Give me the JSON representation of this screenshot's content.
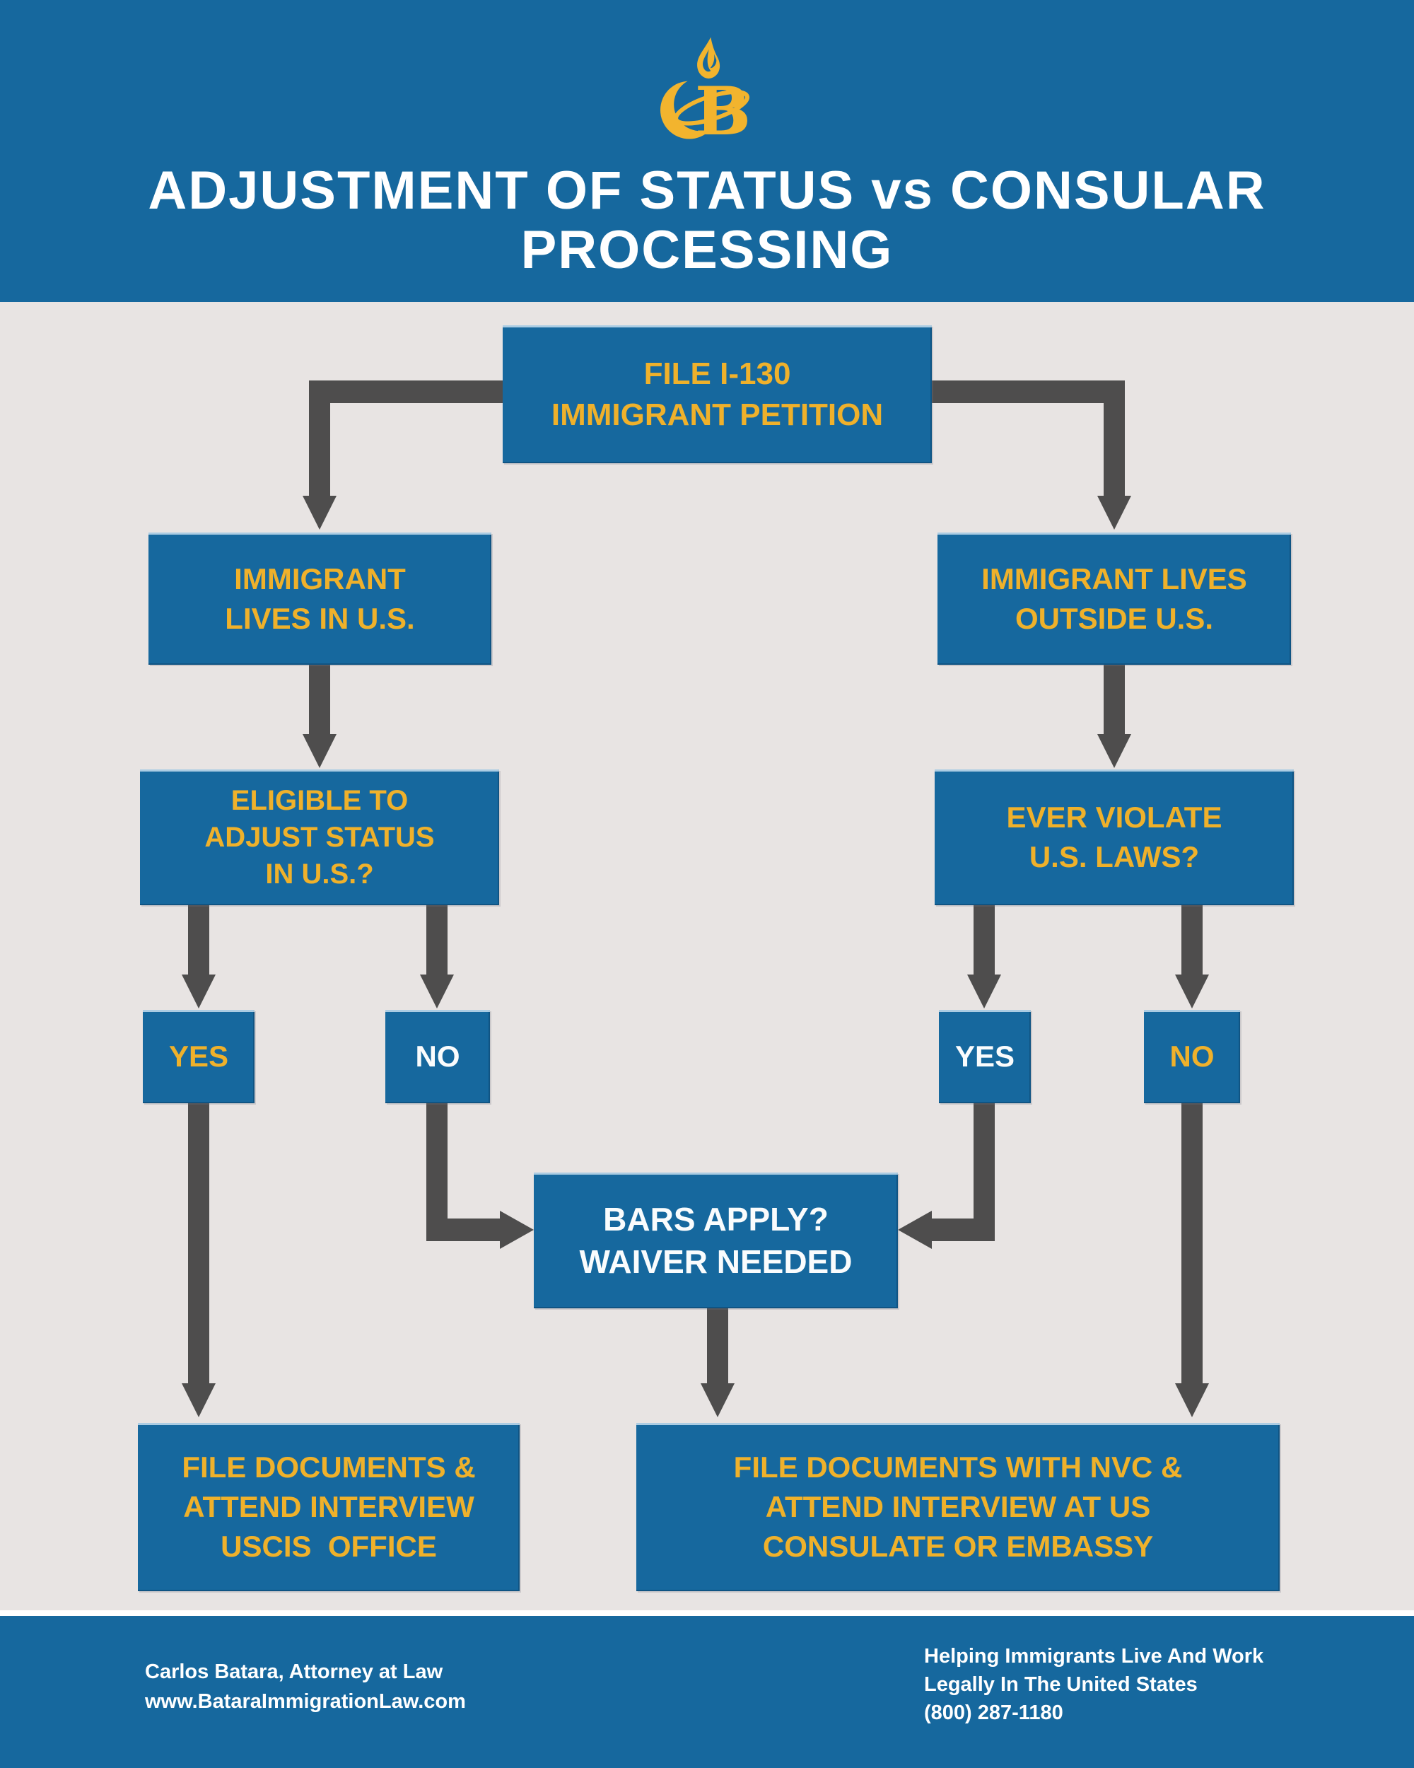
{
  "banner": {
    "logo": "batara-crescent-b-flame-logo",
    "title_line1": "ADJUSTMENT OF STATUS vs",
    "title_line2": "CONSULAR PROCESSING"
  },
  "flow": {
    "file_i130": {
      "line1": "FILE I-130",
      "line2": "IMMIGRANT PETITION",
      "text_color": "gold"
    },
    "lives_in_us": {
      "line1": "IMMIGRANT",
      "line2": "LIVES IN U.S.",
      "text_color": "gold"
    },
    "lives_outside_us": {
      "line1": "IMMIGRANT LIVES",
      "line2": "OUTSIDE U.S.",
      "text_color": "gold"
    },
    "eligible_adjust": {
      "line1": "ELIGIBLE TO",
      "line2": "ADJUST STATUS",
      "line3": "IN U.S.?",
      "text_color": "gold"
    },
    "ever_violate": {
      "line1": "EVER VIOLATE",
      "line2": "U.S. LAWS?",
      "text_color": "gold"
    },
    "yes_left": {
      "label": "YES",
      "text_color": "gold"
    },
    "no_left": {
      "label": "NO",
      "text_color": "white"
    },
    "yes_right": {
      "label": "YES",
      "text_color": "white"
    },
    "no_right": {
      "label": "NO",
      "text_color": "gold"
    },
    "bars_apply": {
      "line1": "BARS APPLY?",
      "line2": "WAIVER NEEDED",
      "text_color": "white"
    },
    "file_uscis": {
      "line1": "FILE DOCUMENTS &",
      "line2": "ATTEND INTERVIEW",
      "line3": "USCIS  OFFICE",
      "text_color": "gold"
    },
    "file_nvc": {
      "line1": "FILE DOCUMENTS WITH NVC &",
      "line2": "ATTEND INTERVIEW AT US",
      "line3": "CONSULATE OR EMBASSY",
      "text_color": "gold"
    }
  },
  "footer": {
    "left_line1": "Carlos Batara, Attorney at Law",
    "left_line2": "www.BataraImmigrationLaw.com",
    "right_line1": "Helping Immigrants Live And Work",
    "right_line2": "Legally In The United States",
    "right_line3": "(800) 287-1180"
  },
  "colors": {
    "blue": "#16689E",
    "gold": "#EFB12B",
    "arrow_gray": "#4E4D4D",
    "body_bg": "#E8E4E3",
    "title_white": "#FFFFFF"
  }
}
